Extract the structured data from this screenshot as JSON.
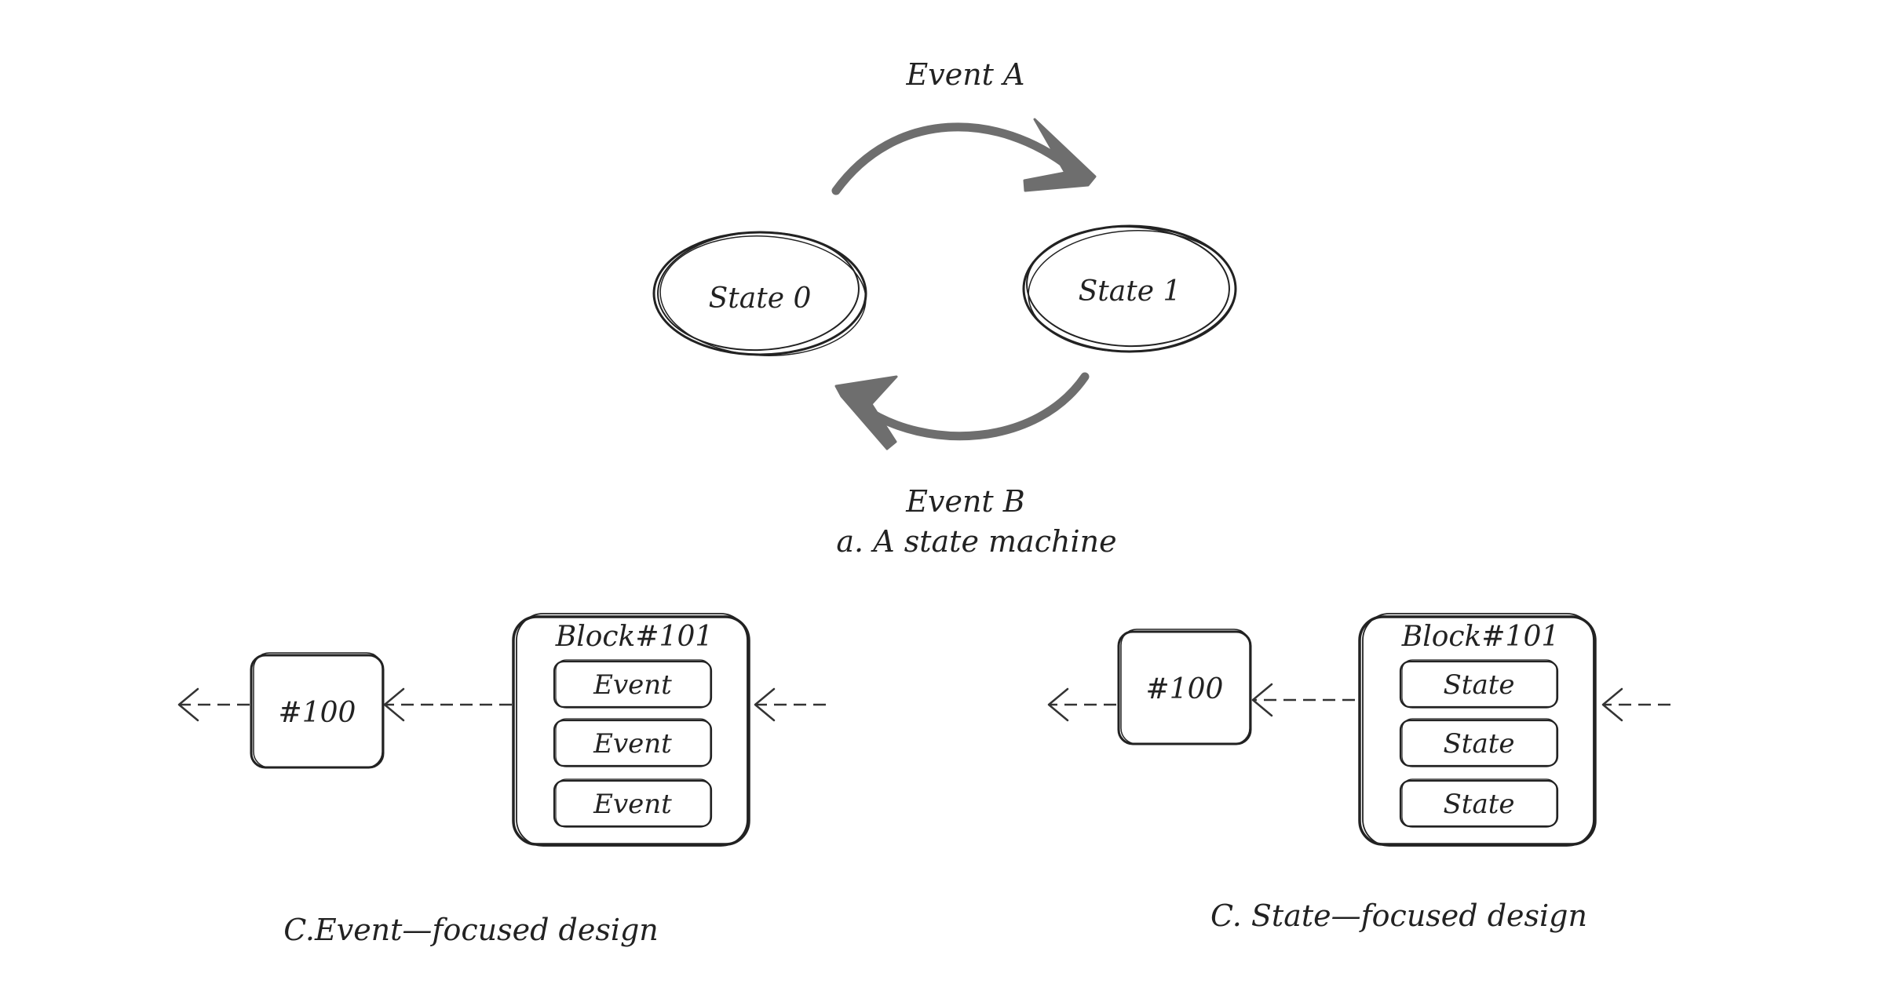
{
  "state_machine": {
    "event_a": "Event A",
    "event_b": "Event B",
    "state_0": "State 0",
    "state_1": "State 1",
    "caption": "a. A state machine"
  },
  "event_focused": {
    "prev_block": "#100",
    "block_title": "Block#101",
    "items": [
      "Event",
      "Event",
      "Event"
    ],
    "caption": "C.Event—focused design"
  },
  "state_focused": {
    "prev_block": "#100",
    "block_title": "Block#101",
    "items": [
      "State",
      "State",
      "State"
    ],
    "caption": "C. State—focused design"
  }
}
